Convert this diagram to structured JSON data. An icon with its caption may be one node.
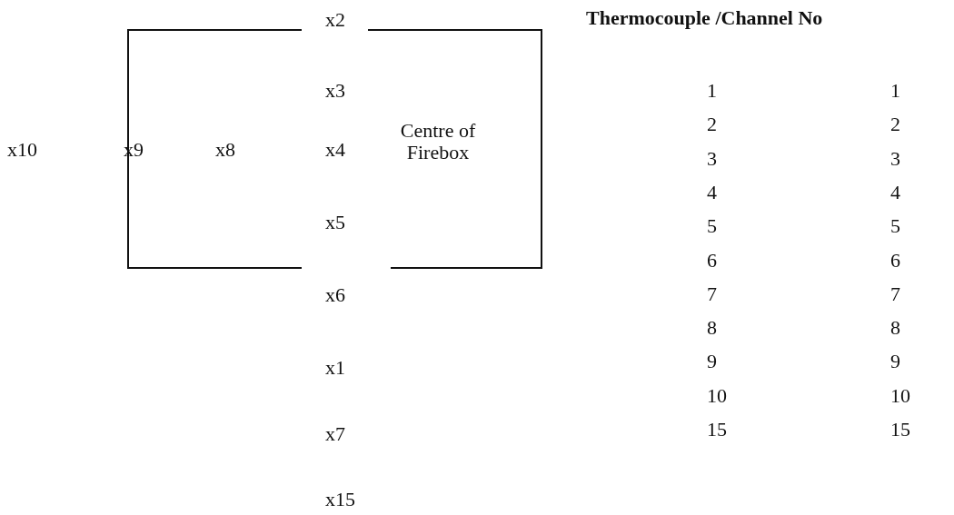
{
  "diagram": {
    "title": "Thermocouple /Channel No",
    "nodes": [
      {
        "text": [
          "Centre of Firebox"
        ]
      }
    ],
    "edges": [],
    "labels": [
      "x2",
      "x3",
      "x10",
      "x9",
      "x8",
      "x4",
      "x5",
      "x6",
      "x1",
      "x7",
      "x15",
      "1",
      "1",
      "2",
      "2",
      "3",
      "3",
      "4",
      "4",
      "5",
      "5",
      "6",
      "6",
      "7",
      "7",
      "8",
      "8",
      "9",
      "9",
      "10",
      "10",
      "15",
      "15"
    ]
  }
}
